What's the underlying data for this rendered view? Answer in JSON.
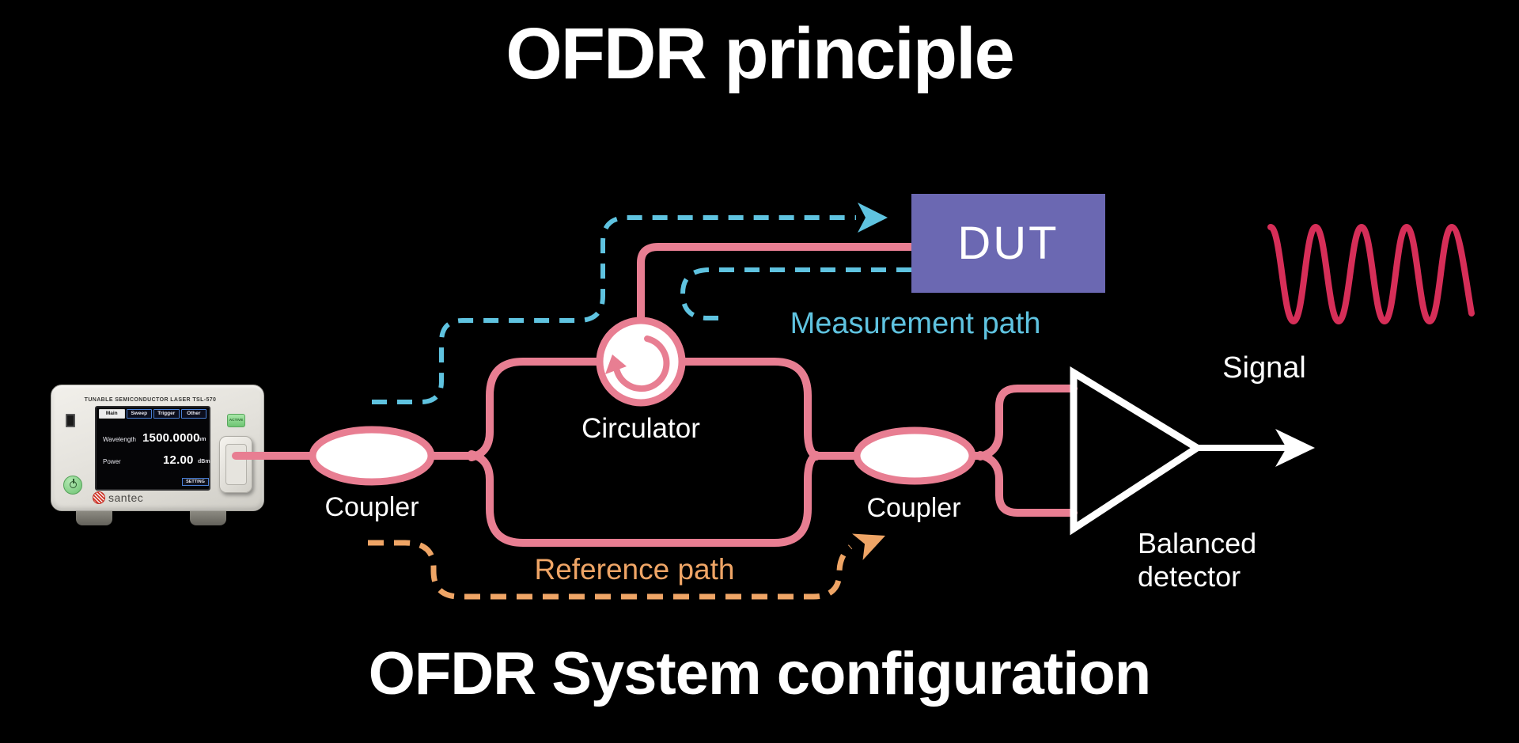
{
  "titles": {
    "main": "OFDR principle",
    "subtitle": "OFDR System configuration"
  },
  "laser": {
    "model_label": "TUNABLE SEMICONDUCTOR LASER  TSL-570",
    "tabs": [
      "Main",
      "Sweep",
      "Trigger",
      "Other"
    ],
    "wavelength_label": "Wavelength",
    "wavelength_value": "1500.0000",
    "wavelength_unit": "nm",
    "power_label": "Power",
    "power_value": "12.00",
    "power_unit": "dBm",
    "active_button": "ACTIVE",
    "setting_button": "SETTING",
    "brand": "santec"
  },
  "components": {
    "coupler1": "Coupler",
    "coupler2": "Coupler",
    "circulator": "Circulator",
    "dut": "DUT",
    "signal": "Signal",
    "balanced_detector": "Balanced\ndetector"
  },
  "paths": {
    "measurement": "Measurement path",
    "reference": "Reference path"
  },
  "colors": {
    "background": "#000000",
    "fiber_pink": "#e87e92",
    "measurement_blue": "#5fc3e0",
    "reference_orange": "#efa566",
    "dut_purple": "#6b68b2",
    "signal_crimson": "#d62e58"
  }
}
